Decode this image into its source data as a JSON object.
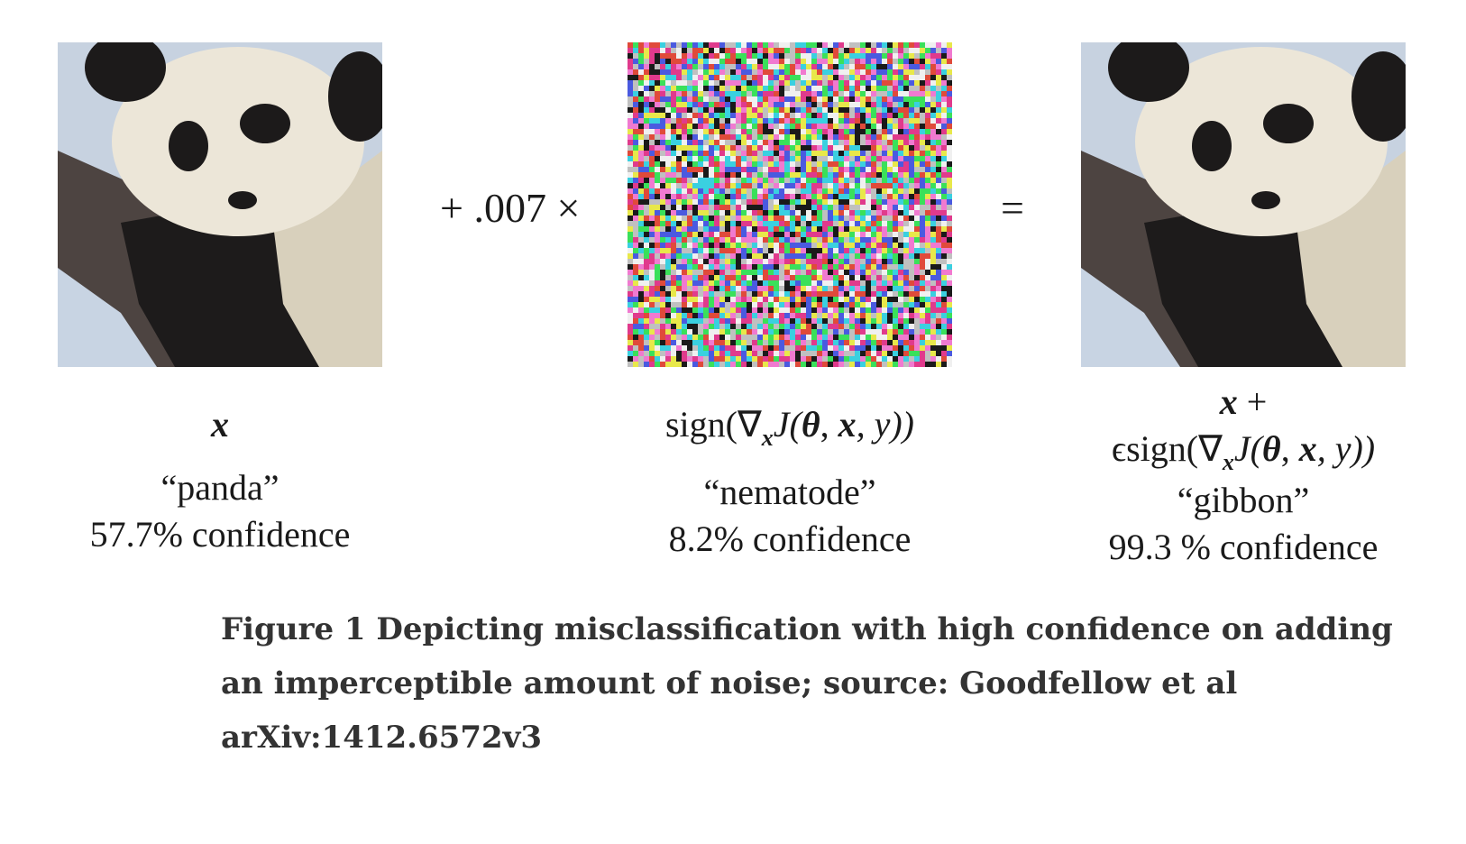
{
  "figure": {
    "operator_plus": "+ .007 ×",
    "operator_equals": "=",
    "columns": [
      {
        "formula": "x",
        "label": "“panda”",
        "confidence": "57.7% confidence"
      },
      {
        "formula_prefix": "sign(∇",
        "formula_sub": "x",
        "formula_middle": "J(",
        "formula_theta": "θ",
        "formula_x": "x",
        "formula_suffix": ", y))",
        "label": "“nematode”",
        "confidence": "8.2% confidence"
      },
      {
        "formula_line1_x": "x",
        "formula_line1_plus": " +",
        "formula_prefix": "ϵsign(∇",
        "formula_sub": "x",
        "formula_middle": "J(",
        "formula_theta": "θ",
        "formula_x": "x",
        "formula_suffix": ", y))",
        "label": "“gibbon”",
        "confidence": "99.3 % confidence"
      }
    ]
  },
  "caption": "Figure 1 Depicting misclassification with high confidence on adding an imperceptible amount of noise; source: Goodfellow et al arXiv:1412.6572v3",
  "colors": {
    "background": "#ffffff",
    "caption_text": "#333333",
    "panda_fur_white": "#ece6d8",
    "panda_fur_black": "#1c1a1a",
    "sky": "#c7d2e0"
  }
}
